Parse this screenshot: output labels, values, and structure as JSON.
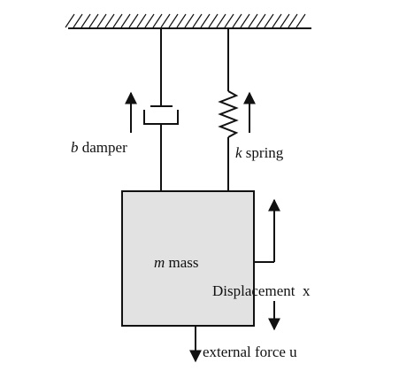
{
  "colors": {
    "stroke": "#111111",
    "mass_fill": "#e2e2e2",
    "background": "#ffffff"
  },
  "labels": {
    "damper_symbol": "b",
    "damper_text": " damper",
    "spring_symbol": "k",
    "spring_text": " spring",
    "mass_symbol": "m",
    "mass_text": " mass",
    "displacement": "Displacement  x",
    "force": "external force u"
  }
}
